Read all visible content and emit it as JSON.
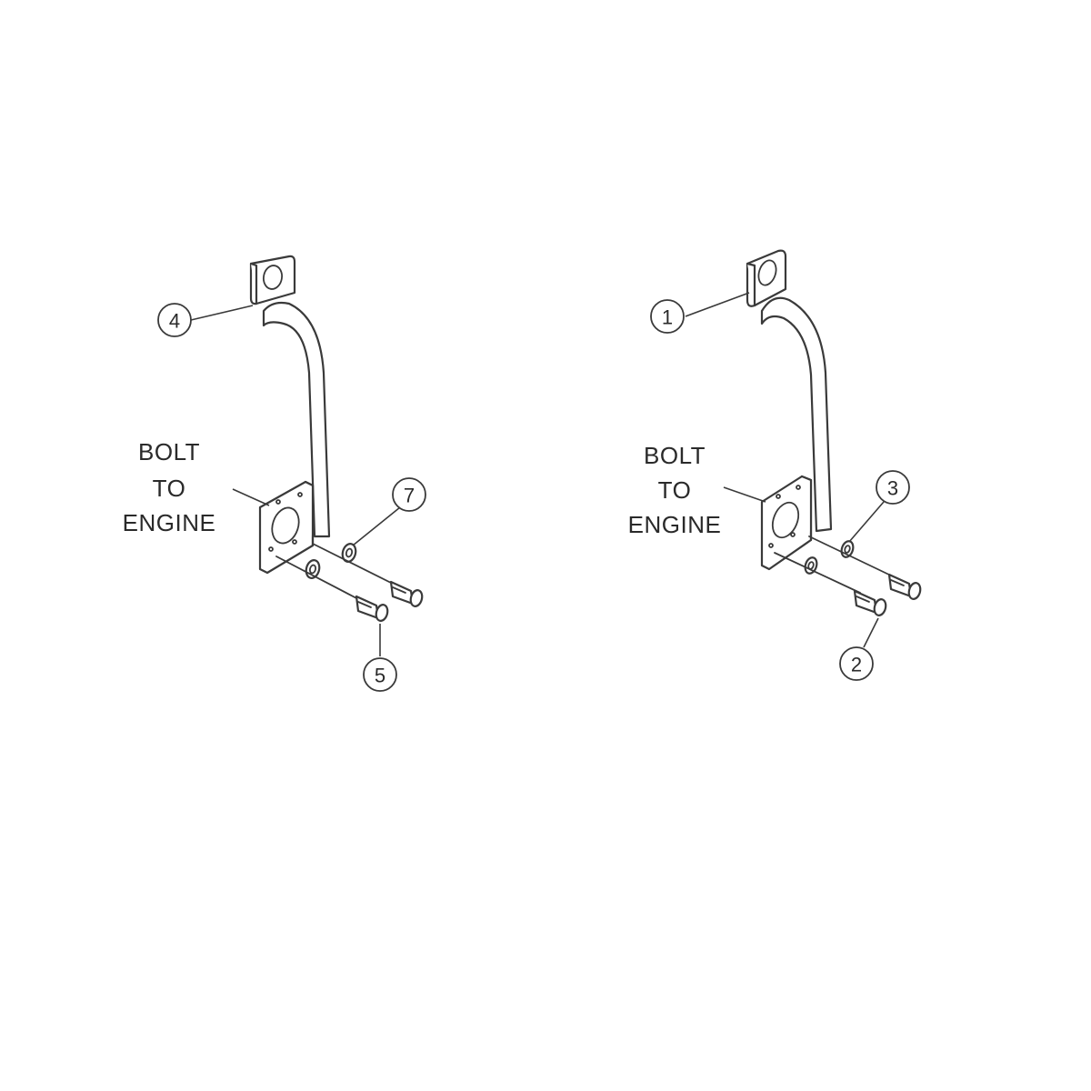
{
  "assemblies": [
    {
      "name": "left",
      "note_lines": [
        "BOLT",
        "TO",
        "ENGINE"
      ],
      "callouts": {
        "bracket": "4",
        "washer": "7",
        "bolt": "5"
      }
    },
    {
      "name": "right",
      "note_lines": [
        "BOLT",
        "TO",
        "ENGINE"
      ],
      "callouts": {
        "bracket": "1",
        "washer": "3",
        "bolt": "2"
      }
    }
  ]
}
